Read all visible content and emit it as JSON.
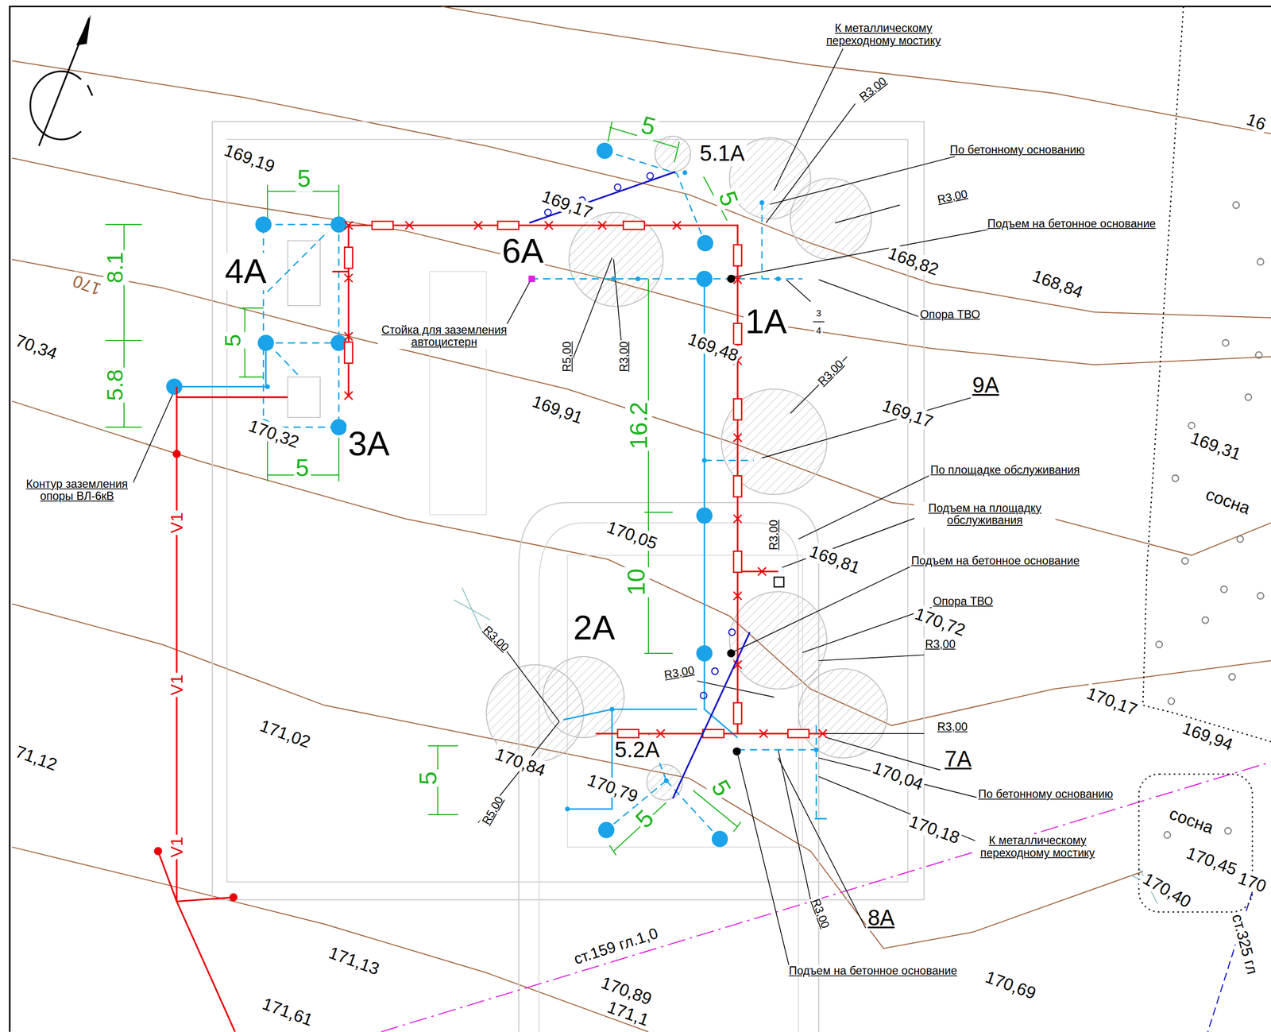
{
  "diagram": {
    "labels": [
      "К металлическому переходному мостику",
      "R3,00",
      "По бетонному основанию",
      "R3,00",
      "Подъем на бетонное основание",
      "169,19",
      "5",
      "5.1А",
      "5",
      "5",
      "169,17",
      "168,82",
      "168,84",
      "8.1",
      "4А",
      "6А",
      "Опора ТВО",
      "3",
      "4",
      "1А",
      "170",
      "Стойка для заземления автоцистерн",
      "R5,00",
      "R3,00",
      "5",
      "70,34",
      "169,48",
      "5.8",
      "R3,00",
      "9А",
      "169,91",
      "169,17",
      "170,32",
      "3А",
      "16.2",
      "169,31",
      "5",
      "Контур заземления опоры ВЛ-6кВ",
      "По площадке обслуживания",
      "сосна",
      "Подъем на площадку обслуживания",
      "V1",
      "R3,00",
      "170,05",
      "169,81",
      "Подъем на бетонное основание",
      "10",
      "170,72",
      "Опора ТВО",
      "2А",
      "R3,00",
      "R3,00",
      "R3,00",
      "V1",
      "170,17",
      "169,94",
      "R3,00",
      "171,02",
      "170,84",
      "5.2А",
      "7А",
      "71,12",
      "170,04",
      "5",
      "170,79",
      "R5,00",
      "5",
      "5",
      "По бетонному основанию",
      "сосна",
      "170,18",
      "К металлическому переходному мостику",
      "V1",
      "170,45",
      "170",
      "170,40",
      "8А",
      "R3,00",
      "ст.159 гл.1,0",
      "171,13",
      "Подъем на бетонное основание",
      "170,69",
      "170,89",
      "ст.325 гл",
      "171,61",
      "171,1",
      "16"
    ]
  }
}
